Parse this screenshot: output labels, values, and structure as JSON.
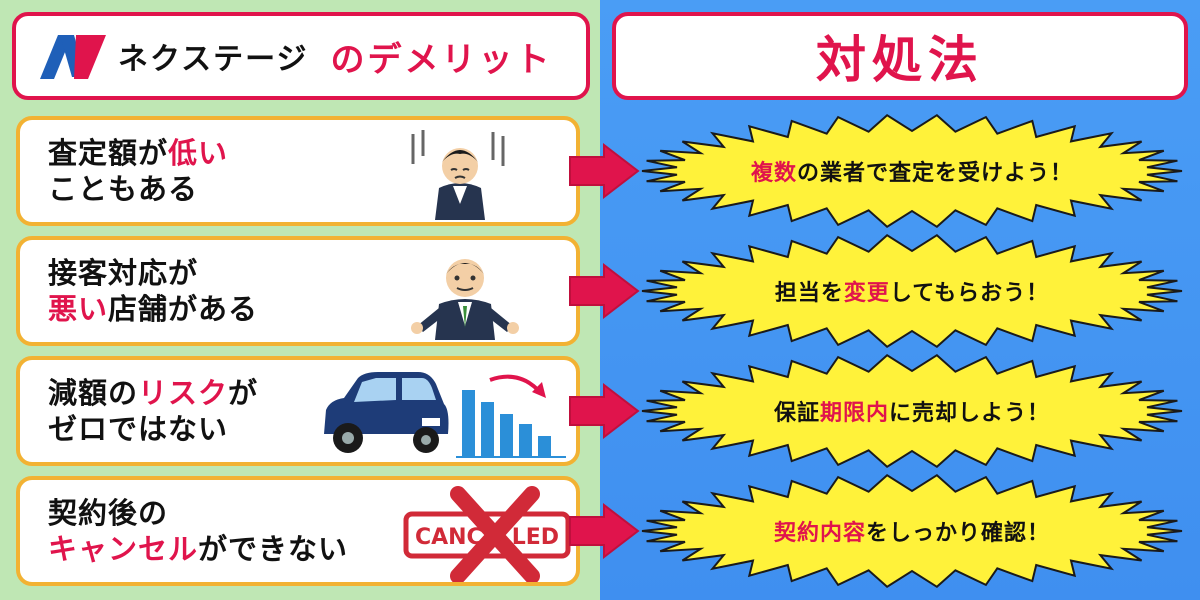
{
  "header_left": {
    "brand_name": "ネクステージ",
    "suffix": "のデメリット"
  },
  "header_right": {
    "title": "対処法"
  },
  "demerits": [
    {
      "line1_pre": "査定額が",
      "line1_red": "低い",
      "line1_post": "",
      "line2_pre": "こともある",
      "line2_red": "",
      "line2_post": ""
    },
    {
      "line1_pre": "接客対応が",
      "line1_red": "",
      "line1_post": "",
      "line2_pre": "",
      "line2_red": "悪い",
      "line2_post": "店舗がある"
    },
    {
      "line1_pre": "減額の",
      "line1_red": "リスク",
      "line1_post": "が",
      "line2_pre": "ゼロではない",
      "line2_red": "",
      "line2_post": ""
    },
    {
      "line1_pre": "契約後の",
      "line1_red": "",
      "line1_post": "",
      "line2_pre": "",
      "line2_red": "キャンセル",
      "line2_post": "ができない"
    }
  ],
  "solutions": [
    {
      "pre": "",
      "red": "複数",
      "post": "の業者で査定を受けよう！"
    },
    {
      "pre": "担当を",
      "red": "変更",
      "post": "してもらおう！"
    },
    {
      "pre": "保証",
      "red": "期限内",
      "post": "に売却しよう！"
    },
    {
      "pre": "",
      "red": "契約内容",
      "post": "をしっかり確認！"
    }
  ],
  "stamp_text": "CANCELLED",
  "colors": {
    "accent_red": "#e0144c",
    "card_border": "#f2b233",
    "burst_fill": "#fff23a",
    "left_bg": "#bfe7b4",
    "right_bg": "#4a9df5"
  },
  "icons": [
    "nextage-logo",
    "depressed-man-icon",
    "shrugging-man-icon",
    "car-icon",
    "declining-bar-chart-icon",
    "cancelled-stamp-icon",
    "red-arrow-icon"
  ]
}
